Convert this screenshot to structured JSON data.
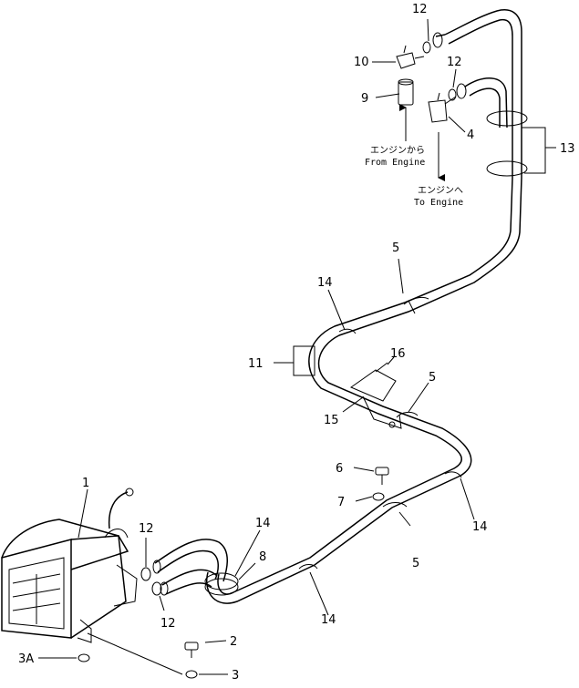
{
  "callouts": {
    "c1": "1",
    "c2": "2",
    "c3": "3",
    "c3a": "3A",
    "c4": "4",
    "c5a": "5",
    "c5b": "5",
    "c5c": "5",
    "c6": "6",
    "c7": "7",
    "c8": "8",
    "c9": "9",
    "c10": "10",
    "c11": "11",
    "c12a": "12",
    "c12b": "12",
    "c12c": "12",
    "c12d": "12",
    "c13": "13",
    "c14a": "14",
    "c14b": "14",
    "c14c": "14",
    "c14d": "14",
    "c15": "15",
    "c16": "16"
  },
  "notes": {
    "from_jp": "エンジンから",
    "from_en": "From Engine",
    "to_jp": "エンジンへ",
    "to_en": "To Engine"
  }
}
